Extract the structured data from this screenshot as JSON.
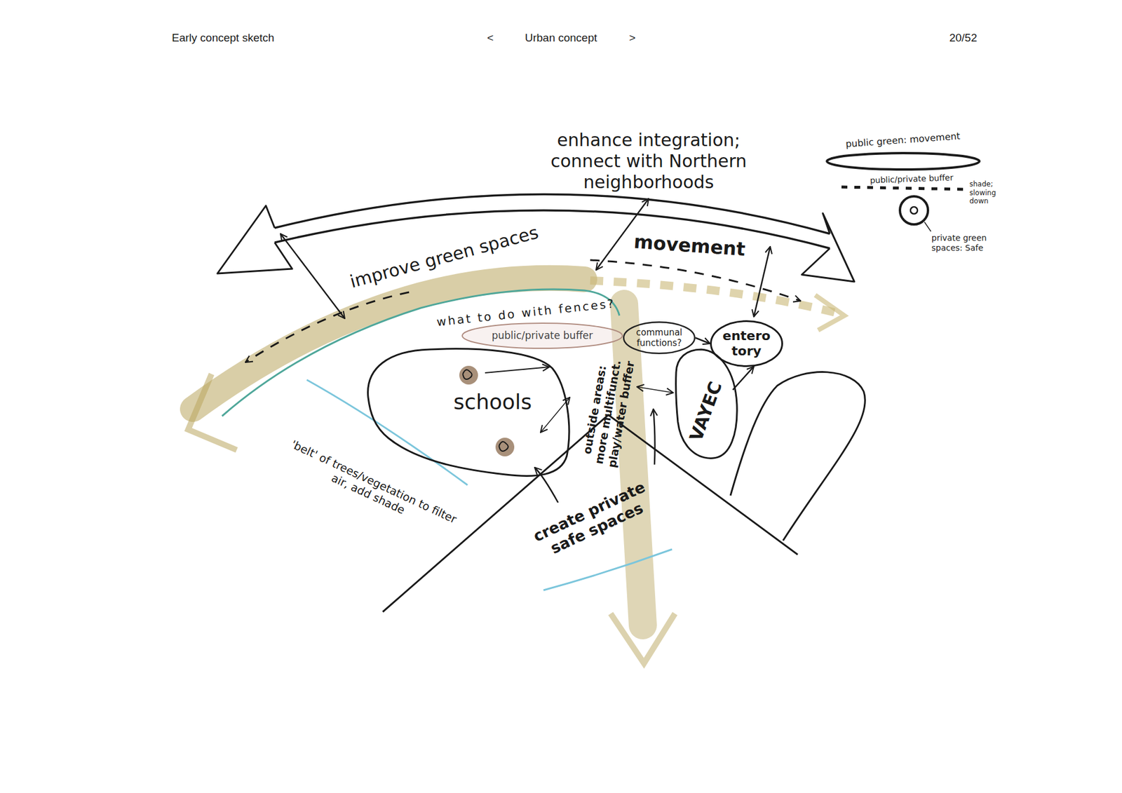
{
  "diagram": {
    "nodes": [
      {
        "text": [
          "public green: movement"
        ]
      },
      {
        "text": [
          "private green spaces: Safe"
        ]
      },
      {
        "text": [
          "public/private buffer"
        ]
      },
      {
        "text": [
          "communal functions?"
        ]
      },
      {
        "text": [
          "entero tory"
        ]
      },
      {
        "text": [
          "schools"
        ]
      },
      {
        "text": [
          "VAYEC"
        ]
      }
    ],
    "edges": [
      {
        "from": 3,
        "to": 4,
        "arrow": "to"
      },
      {
        "from": 6,
        "to": 4,
        "arrow": "to"
      }
    ],
    "labels": [
      "Early concept sketch",
      "<",
      "Urban concept",
      ">",
      "20/52",
      "enhance integration; connect with Northern neighborhoods",
      "improve green spaces",
      "movement",
      "what to do with fences?",
      "outside areas: more multifunct. play/water buffer",
      "create private safe spaces",
      "'belt' of trees/vegetation to filter air, add shade",
      "public/private buffer",
      "shade; slowing down"
    ]
  }
}
